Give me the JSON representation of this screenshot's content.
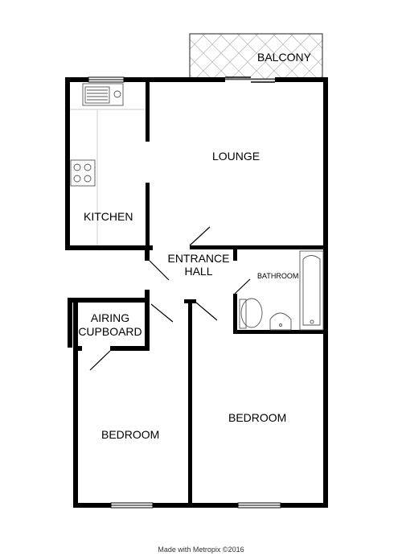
{
  "rooms": {
    "balcony": "BALCONY",
    "lounge": "LOUNGE",
    "kitchen": "KITCHEN",
    "entrance_hall": [
      "ENTRANCE",
      "HALL"
    ],
    "bathroom": "BATHROOM",
    "airing_cupboard": [
      "AIRING",
      "CUPBOARD"
    ],
    "bedroom_left": "BEDROOM",
    "bedroom_right": "BEDROOM"
  },
  "credit": "Made with Metropix ©2016",
  "colors": {
    "wall": "#000000",
    "fixture_line": "#555555",
    "hatch": "#bbbbbb",
    "background": "#ffffff"
  }
}
